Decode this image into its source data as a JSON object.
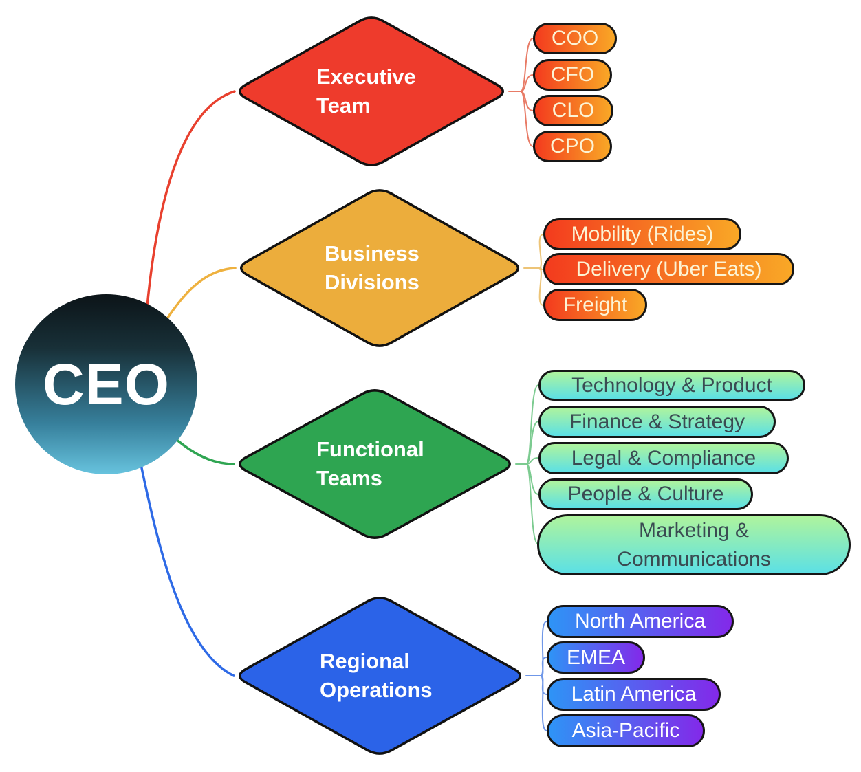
{
  "diagram": {
    "background": "#ffffff",
    "root": {
      "label": "CEO",
      "shape": "circle",
      "gradient_top": "#0c1418",
      "gradient_bottom": "#67c3de",
      "text_color": "#ffffff"
    },
    "branches": [
      {
        "label": "Executive Team",
        "shape": "diamond",
        "fill": "#ee3b2c",
        "line_color": "#e8402e",
        "bracket_color": "#e87b66",
        "child_style": {
          "gradient_left": "#f33b1e",
          "gradient_right": "#f9a826",
          "text_color": "#fcf3d4"
        },
        "children": [
          {
            "label": "COO"
          },
          {
            "label": "CFO"
          },
          {
            "label": "CLO"
          },
          {
            "label": "CPO"
          }
        ]
      },
      {
        "label": "Business Divisions",
        "shape": "diamond",
        "fill": "#ecad3c",
        "line_color": "#eeb13f",
        "bracket_color": "#edc477",
        "child_style": {
          "gradient_left": "#f33b1e",
          "gradient_right": "#f9a826",
          "text_color": "#fcf3d4"
        },
        "children": [
          {
            "label": "Mobility (Rides)"
          },
          {
            "label": "Delivery (Uber Eats)"
          },
          {
            "label": "Freight"
          }
        ]
      },
      {
        "label": "Functional Teams",
        "shape": "diamond",
        "fill": "#2ea551",
        "line_color": "#2fa552",
        "bracket_color": "#7ccb90",
        "child_style": {
          "gradient_top": "#aff49d",
          "gradient_bottom": "#5ce0e5",
          "text_color": "#3a4b52"
        },
        "children": [
          {
            "label": "Technology & Product"
          },
          {
            "label": "Finance & Strategy"
          },
          {
            "label": "Legal & Compliance"
          },
          {
            "label": "People & Culture"
          },
          {
            "label": "Marketing & Communications"
          }
        ]
      },
      {
        "label": "Regional Operations",
        "shape": "diamond",
        "fill": "#2b63e8",
        "line_color": "#2e6ae6",
        "bracket_color": "#6f97e8",
        "child_style": {
          "gradient_left": "#2e94f6",
          "gradient_right": "#8329e9",
          "text_color": "#ffffff"
        },
        "children": [
          {
            "label": "North America"
          },
          {
            "label": "EMEA"
          },
          {
            "label": "Latin America"
          },
          {
            "label": "Asia-Pacific"
          }
        ]
      }
    ]
  }
}
